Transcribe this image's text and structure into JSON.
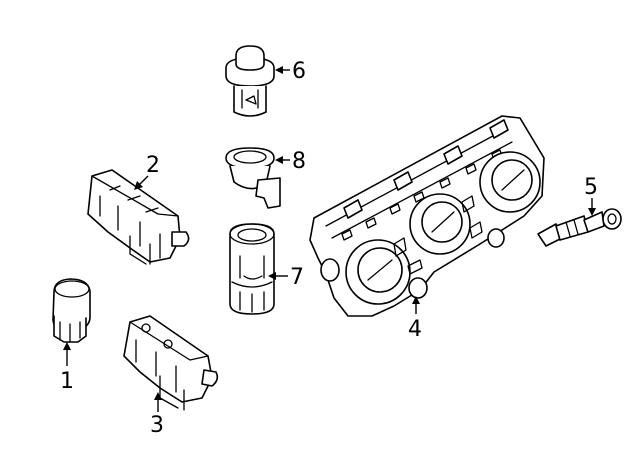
{
  "callouts": {
    "c1": "1",
    "c2": "2",
    "c3": "3",
    "c4": "4",
    "c5": "5",
    "c6": "6",
    "c7": "7",
    "c8": "8"
  },
  "line_color": "#000000",
  "background": "#ffffff"
}
